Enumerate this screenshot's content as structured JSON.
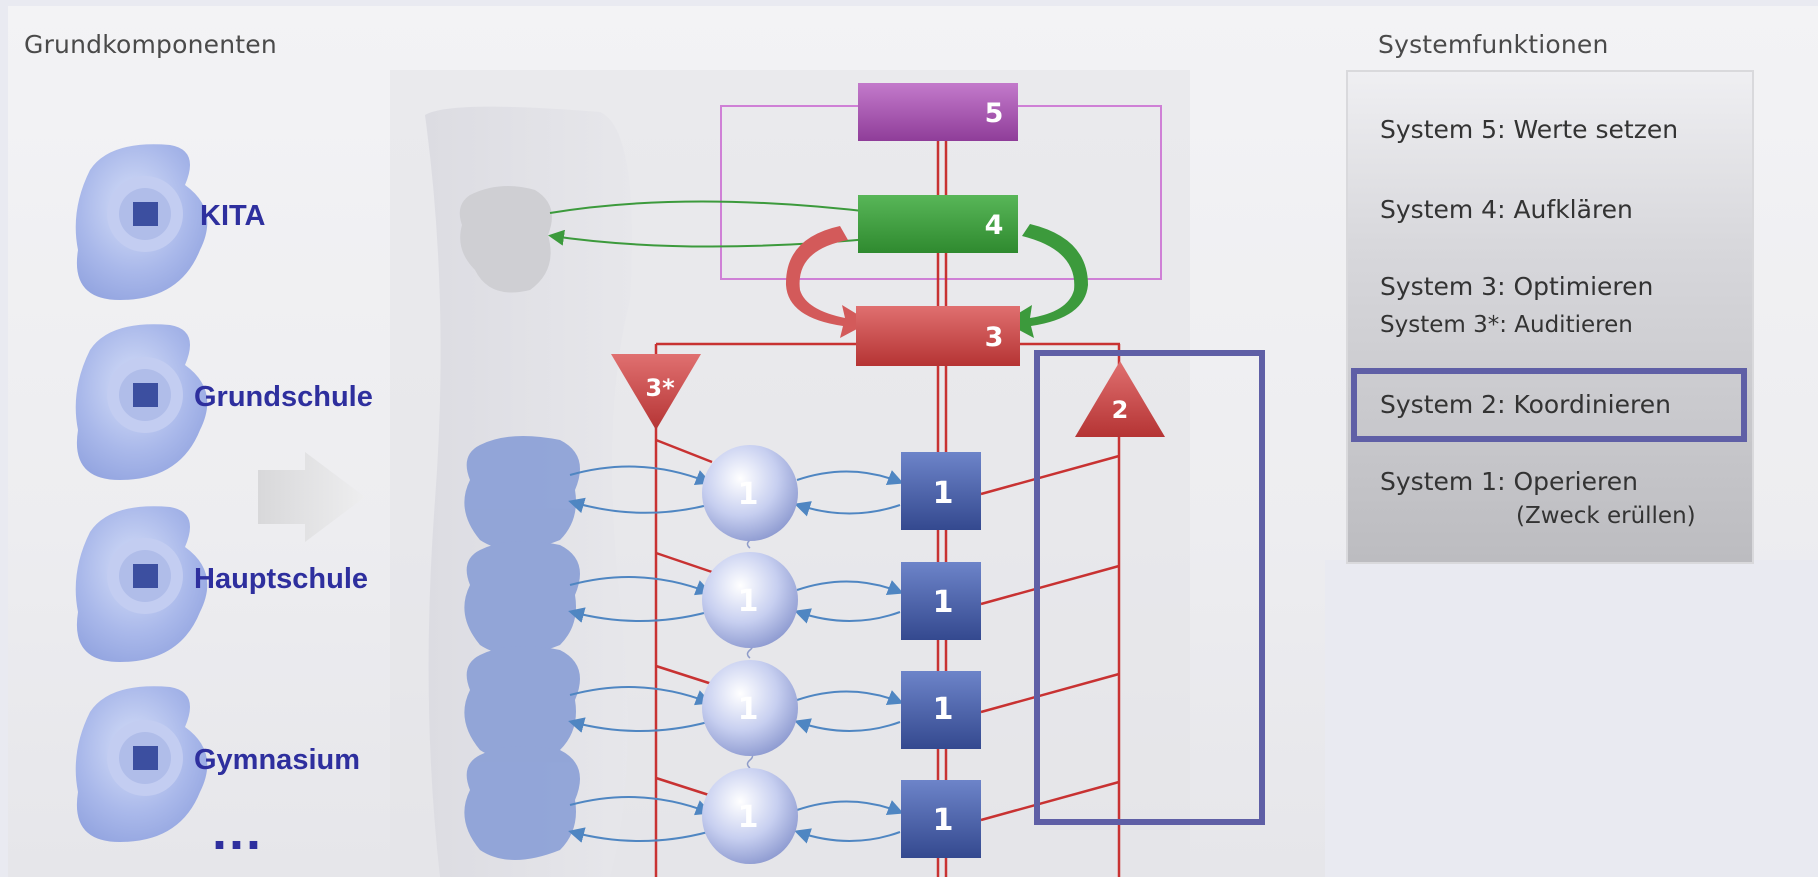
{
  "headings": {
    "left": "Grundkomponenten",
    "right": "Systemfunktionen"
  },
  "components": [
    "KITA",
    "Grundschule",
    "Hauptschule",
    "Gymnasium"
  ],
  "ellipsis": "...",
  "diagram": {
    "box5": "5",
    "box4": "4",
    "box3": "3",
    "tri3star": "3*",
    "tri2": "2",
    "ops": [
      "1",
      "1",
      "1",
      "1"
    ],
    "mgmt": [
      "1",
      "1",
      "1",
      "1"
    ]
  },
  "system_functions": [
    {
      "line1": "System 5: Werte setzen"
    },
    {
      "line1": "System 4: Aufklären"
    },
    {
      "line1": "System 3: Optimieren",
      "line2": "System 3*: Auditieren"
    },
    {
      "line1": "System 2: Koordinieren"
    },
    {
      "line1": "System 1: Operieren",
      "line2": "(Zweck erüllen)"
    }
  ],
  "colors": {
    "component_text": "#2e2f9e",
    "system5": "#9e4aa8",
    "system4": "#3c9a3c",
    "system3": "#c43c3c",
    "system1": "#3f58a4",
    "highlight_frame": "#5f5fa6"
  },
  "highlighted_item": "System 2: Koordinieren"
}
